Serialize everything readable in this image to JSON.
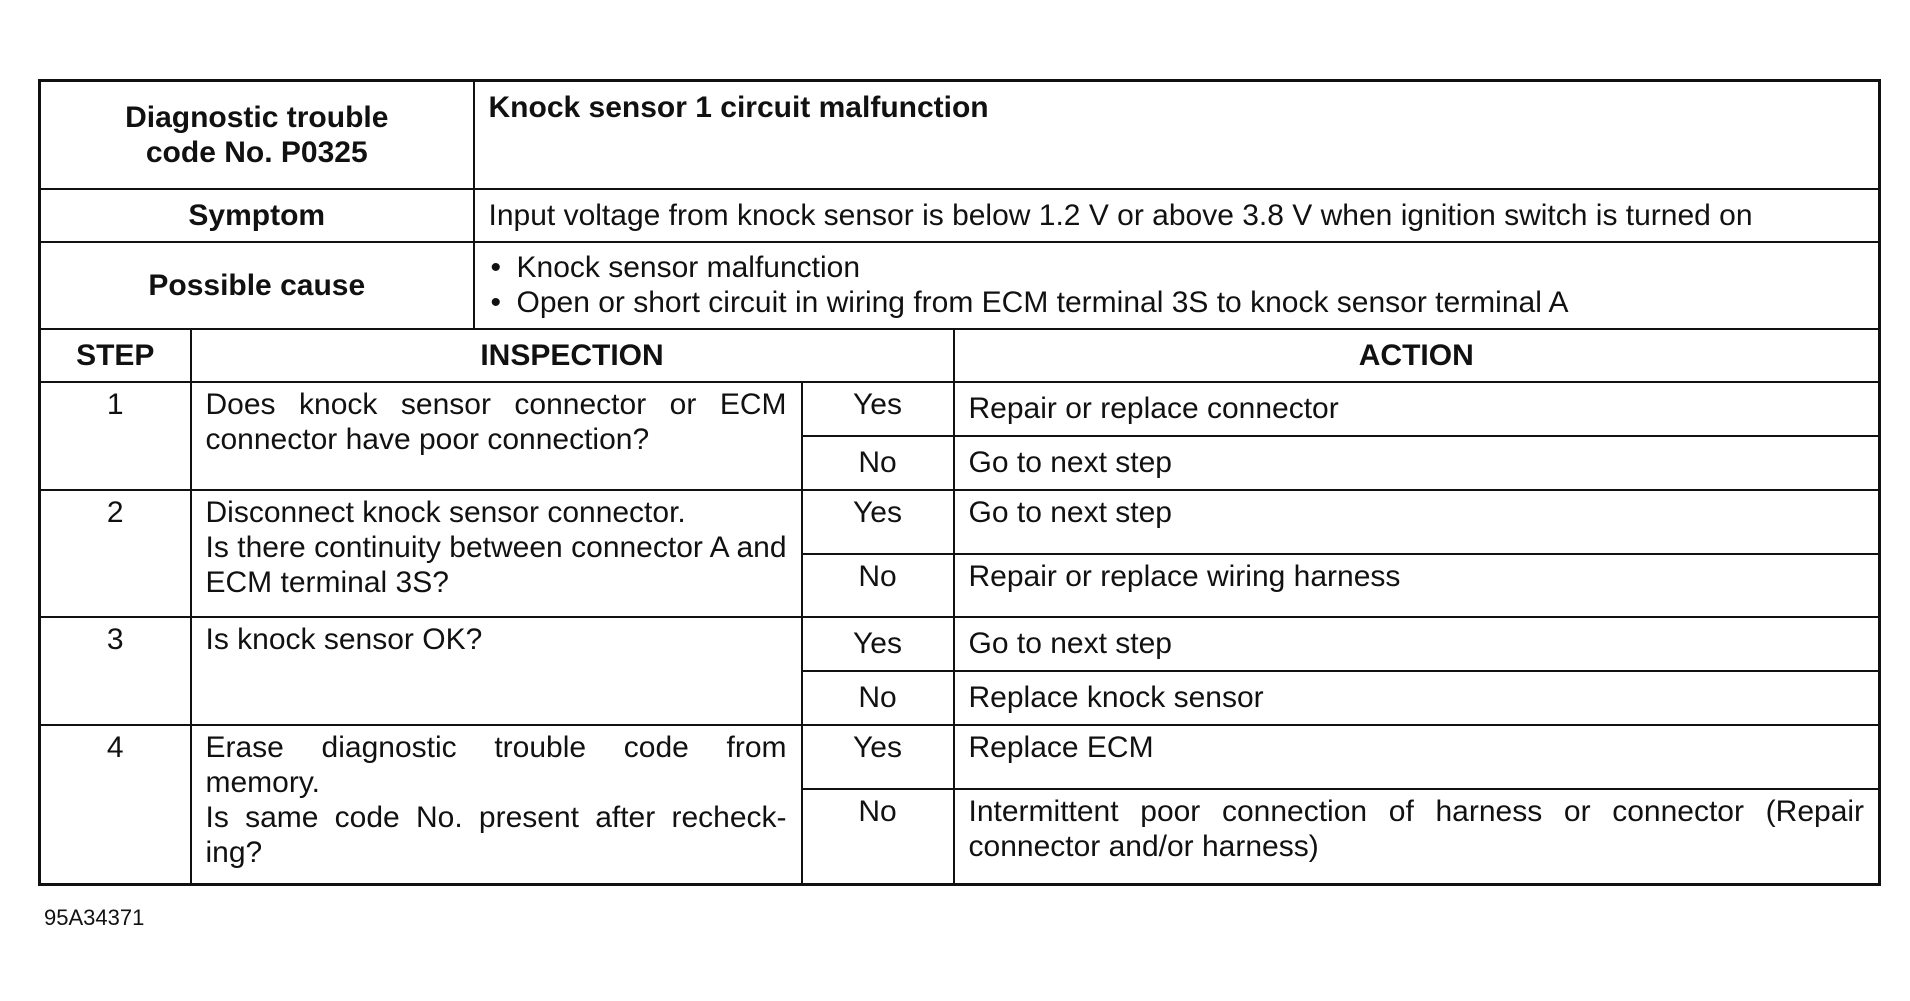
{
  "header": {
    "dtc_label": "Diagnostic trouble code No. P0325",
    "dtc_label_line1": "Diagnostic trouble",
    "dtc_label_line2": "code No. P0325",
    "dtc_value": "Knock sensor 1 circuit malfunction",
    "symptom_label": "Symptom",
    "symptom_value": "Input voltage from knock sensor is below 1.2 V or above 3.8 V when ignition switch is turned on",
    "cause_label": "Possible cause",
    "causes": [
      "Knock sensor malfunction",
      "Open or short circuit in wiring from ECM terminal 3S to knock sensor terminal A"
    ]
  },
  "columns": {
    "step": "STEP",
    "inspection": "INSPECTION",
    "action": "ACTION"
  },
  "steps": [
    {
      "number": "1",
      "inspection": "Does knock sensor connector or ECM connector have poor connection?",
      "yes_label": "Yes",
      "yes_action": "Repair or replace connector",
      "no_label": "No",
      "no_action": "Go to next step"
    },
    {
      "number": "2",
      "inspection_line1": "Disconnect knock sensor connector.",
      "inspection_line2": "Is there continuity between connector A and ECM terminal 3S?",
      "yes_label": "Yes",
      "yes_action": "Go to next step",
      "no_label": "No",
      "no_action": "Repair or replace wiring harness"
    },
    {
      "number": "3",
      "inspection": "Is knock sensor OK?",
      "yes_label": "Yes",
      "yes_action": "Go to next step",
      "no_label": "No",
      "no_action": "Replace knock sensor"
    },
    {
      "number": "4",
      "inspection_line1": "Erase diagnostic trouble code from memory.",
      "inspection_line2": "Is same code No. present after recheck-ing?",
      "yes_label": "Yes",
      "yes_action": "Replace ECM",
      "no_label": "No",
      "no_action": "Intermittent poor connection of harness or connector (Repair connector and/or harness)"
    }
  ],
  "figure_number": "95A34371"
}
